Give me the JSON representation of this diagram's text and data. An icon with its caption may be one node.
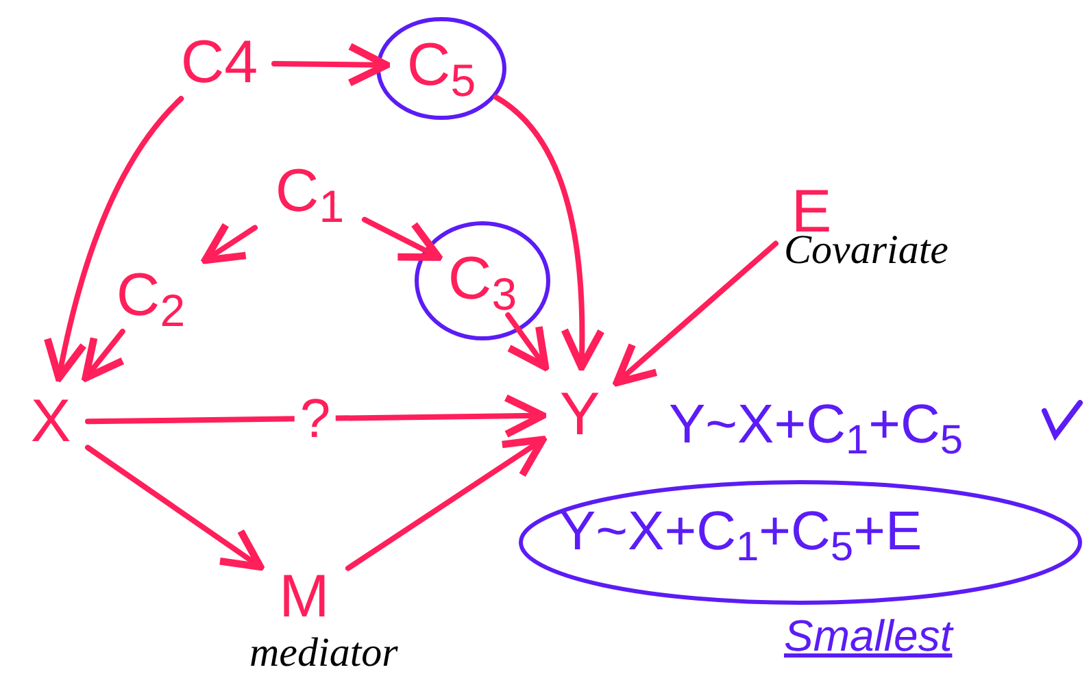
{
  "diagram": {
    "nodes": [
      {
        "text": [
          "C4"
        ]
      },
      {
        "text": [
          "C$_{5}$"
        ]
      },
      {
        "text": [
          "C$_{1}$"
        ]
      },
      {
        "text": [
          "C$_{2}$"
        ]
      },
      {
        "text": [
          "C$_{3}$"
        ]
      },
      {
        "text": [
          "E"
        ],
        "beside": [
          "Covariate"
        ]
      },
      {
        "text": [
          "X"
        ]
      },
      {
        "text": [
          "Y"
        ]
      },
      {
        "text": [
          "M"
        ],
        "beside": [
          "mediator"
        ]
      }
    ],
    "edges": [
      {
        "from": 0,
        "to": 1,
        "arrow": "to"
      },
      {
        "from": 0,
        "to": 6,
        "arrow": "to"
      },
      {
        "from": 2,
        "to": 3,
        "arrow": "to"
      },
      {
        "from": 2,
        "to": 4,
        "arrow": "to"
      },
      {
        "from": 1,
        "to": 7,
        "arrow": "to"
      },
      {
        "from": 4,
        "to": 7,
        "arrow": "to"
      },
      {
        "from": 5,
        "to": 7,
        "arrow": "to"
      },
      {
        "from": 3,
        "to": 6,
        "arrow": "to"
      },
      {
        "from": 6,
        "to": 7,
        "arrow": "to",
        "label": "?"
      },
      {
        "from": 6,
        "to": 8,
        "arrow": "to"
      },
      {
        "from": 8,
        "to": 7,
        "arrow": "to"
      }
    ],
    "labels": [
      "Y~X+C$_{1}$+C$_{5}$",
      "Y~X+C$_{1}$+C$_{5}$+E",
      "Smallest"
    ]
  }
}
